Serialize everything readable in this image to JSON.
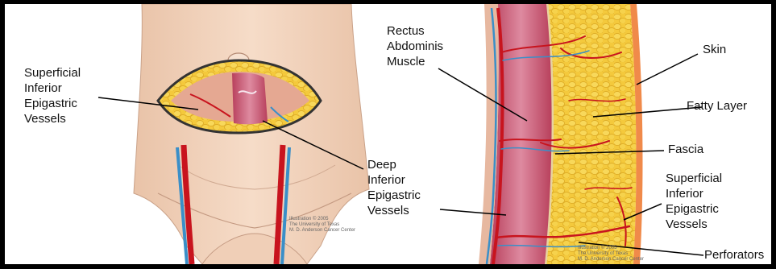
{
  "labels": {
    "superficial_left": "Superficial\nInferior\nEpigastric\nVessels",
    "deep_inferior": "Deep\nInferior\nEpigastric\nVessels",
    "rectus": "Rectus\nAbdominis\nMuscle",
    "skin": "Skin",
    "fatty_layer": "Fatty Layer",
    "fascia": "Fascia",
    "superficial_right": "Superficial\nInferior\nEpigastric\nVessels",
    "perforators": "Perforators"
  },
  "credits": {
    "left": "Illustration © 2005\nThe University of Texas\nM. D. Anderson Cancer Center",
    "right": "Illustration © 2005\nThe University of Texas\nM. D. Anderson Cancer Center"
  },
  "colors": {
    "skin": "#f3d6c0",
    "fat": "#f4c93c",
    "muscle": "#c8506a",
    "artery": "#c8141e",
    "vein": "#3a8fc8",
    "border": "#000000"
  }
}
